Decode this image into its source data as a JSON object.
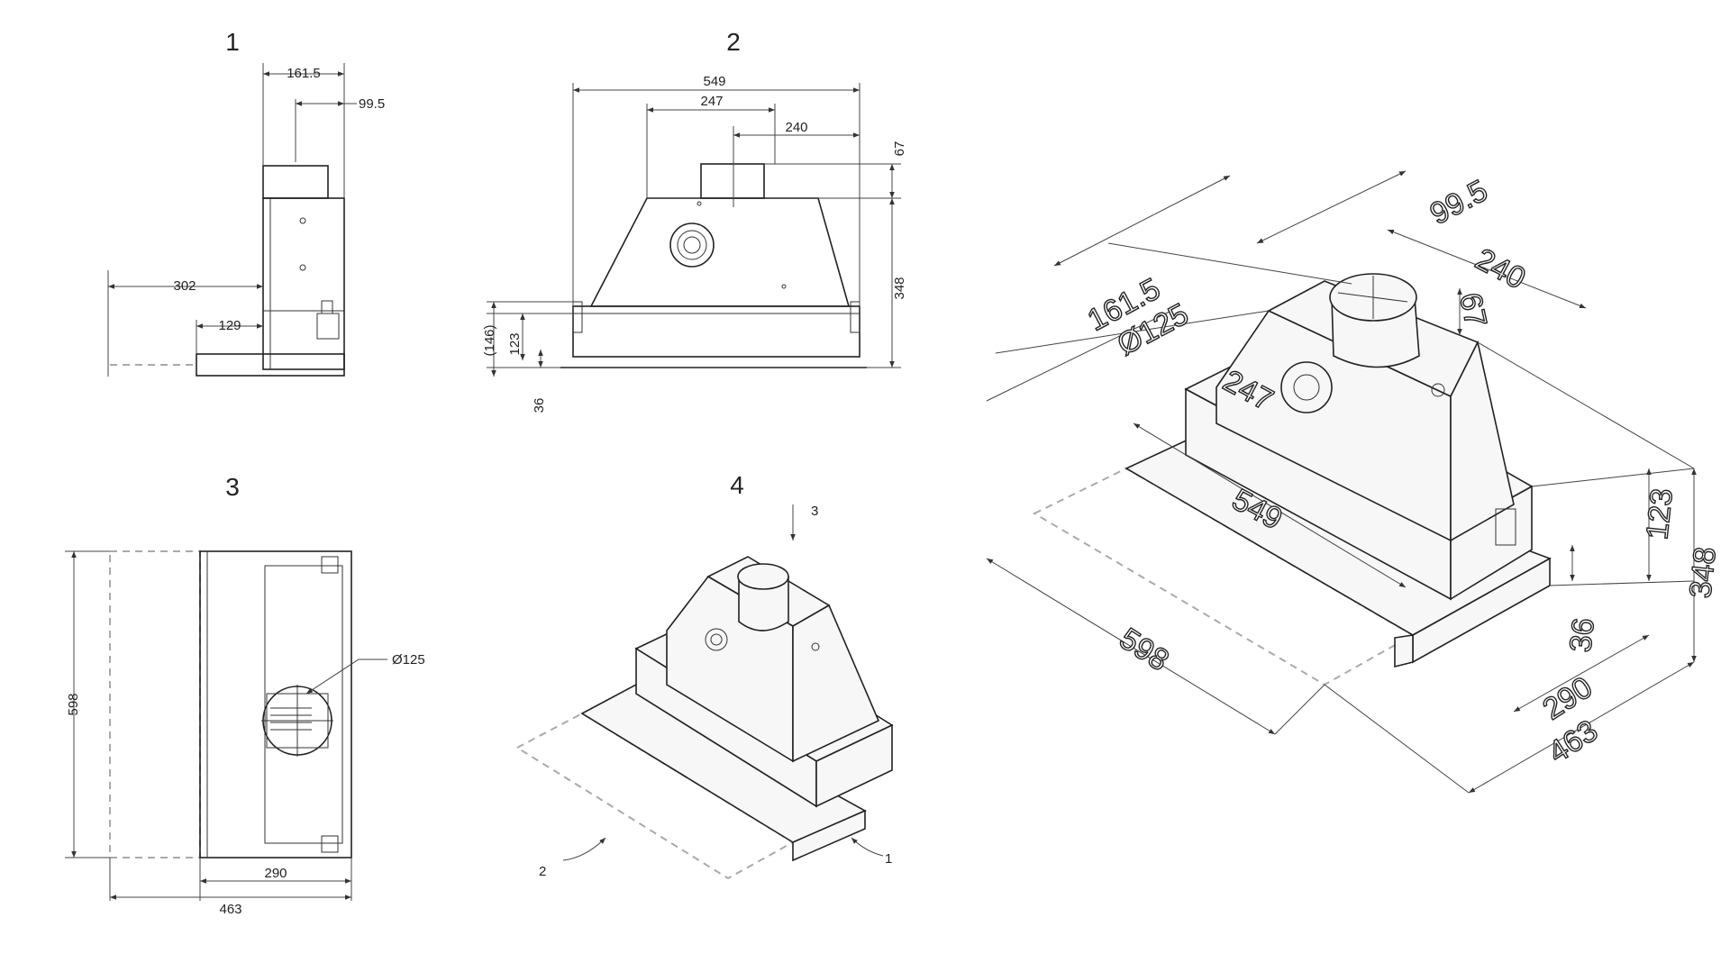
{
  "views": {
    "v1": "1",
    "v2": "2",
    "v3": "3",
    "v4": "4"
  },
  "view1": {
    "d161": "161.5",
    "d99": "99.5",
    "d302": "302",
    "d129": "129"
  },
  "view2": {
    "d549": "549",
    "d247": "247",
    "d240": "240",
    "d67": "67",
    "d348": "348",
    "d146": "(146)",
    "d123": "123",
    "d36": "36"
  },
  "view3": {
    "d598": "598",
    "d125": "Ø125",
    "d290": "290",
    "d463": "463"
  },
  "view4": {
    "c3": "3",
    "c2": "2",
    "c1": "1"
  },
  "iso": {
    "d99": "99.5",
    "d161": "161.5",
    "d125": "Ø125",
    "d240": "240",
    "d67": "67",
    "d247": "247",
    "d549": "549",
    "d123": "123",
    "d348": "348",
    "d36": "36",
    "d598": "598",
    "d290": "290",
    "d463": "463"
  }
}
